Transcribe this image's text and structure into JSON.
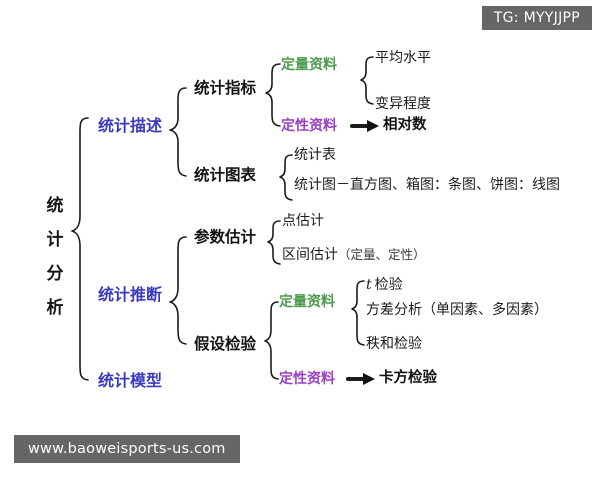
{
  "badges": {
    "tg": "TG: MYYJJPP",
    "watermark": "www.baoweisports-us.com"
  },
  "colors": {
    "level1": "#3b3bbf",
    "level2": "#141414",
    "quantitative": "#4c9a4c",
    "qualitative": "#9b3fc4",
    "leaf": "#1c1c1c",
    "chip_bg": "#666666",
    "background": "#ffffff"
  },
  "diagram": {
    "root": {
      "label": "统计分析",
      "chars": [
        "统",
        "计",
        "分",
        "析"
      ]
    },
    "branches": [
      {
        "label": "统计描述",
        "children": [
          {
            "label": "统计指标",
            "children": [
              {
                "tag": "定量资料",
                "tag_kind": "quantitative",
                "items": [
                  "平均水平",
                  "变异程度"
                ]
              },
              {
                "tag": "定性资料",
                "tag_kind": "qualitative",
                "arrow": "→",
                "items": [
                  "相对数"
                ]
              }
            ]
          },
          {
            "label": "统计图表",
            "items": [
              "统计表",
              "统计图－直方图、箱图：条图、饼图：线图"
            ]
          }
        ]
      },
      {
        "label": "统计推断",
        "children": [
          {
            "label": "参数估计",
            "items": [
              "点估计",
              "区间估计"
            ],
            "item2_note": "（定量、定性）"
          },
          {
            "label": "假设检验",
            "children": [
              {
                "tag": "定量资料",
                "tag_kind": "quantitative",
                "items": [
                  "t 检验",
                  "方差分析（单因素、多因素）",
                  "秩和检验"
                ],
                "item1_italic": "t",
                "item1_rest": "检验"
              },
              {
                "tag": "定性资料",
                "tag_kind": "qualitative",
                "arrow": "→",
                "items": [
                  "卡方检验"
                ]
              }
            ]
          }
        ]
      },
      {
        "label": "统计模型",
        "children": []
      }
    ]
  }
}
